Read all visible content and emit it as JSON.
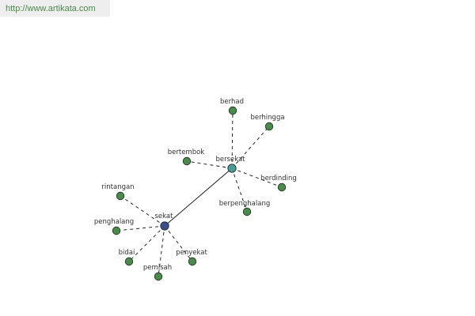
{
  "header": {
    "url": "http://www.artikata.com"
  },
  "colors": {
    "main_node": "#3a4f8c",
    "hub_node": "#4a9a9a",
    "leaf_node": "#4a8a4a",
    "edge": "#111111"
  },
  "graph": {
    "nodes": [
      {
        "id": "sekat",
        "label": "sekat",
        "kind": "main"
      },
      {
        "id": "bersekat",
        "label": "bersekat",
        "kind": "hub"
      },
      {
        "id": "berhad",
        "label": "berhad",
        "kind": "leaf"
      },
      {
        "id": "berhingga",
        "label": "berhingga",
        "kind": "leaf"
      },
      {
        "id": "bertembok",
        "label": "bertembok",
        "kind": "leaf"
      },
      {
        "id": "berdinding",
        "label": "berdinding",
        "kind": "leaf"
      },
      {
        "id": "berpenghalang",
        "label": "berpenghalang",
        "kind": "leaf"
      },
      {
        "id": "rintangan",
        "label": "rintangan",
        "kind": "leaf"
      },
      {
        "id": "penghalang",
        "label": "penghalang",
        "kind": "leaf"
      },
      {
        "id": "bidai",
        "label": "bidai",
        "kind": "leaf"
      },
      {
        "id": "pemisah",
        "label": "pemisah",
        "kind": "leaf"
      },
      {
        "id": "penyekat",
        "label": "penyekat",
        "kind": "leaf"
      }
    ],
    "edges": [
      {
        "from": "sekat",
        "to": "bersekat",
        "style": "solid"
      },
      {
        "from": "bersekat",
        "to": "berhad",
        "style": "dashed"
      },
      {
        "from": "bersekat",
        "to": "berhingga",
        "style": "dashed"
      },
      {
        "from": "bersekat",
        "to": "bertembok",
        "style": "dashed"
      },
      {
        "from": "bersekat",
        "to": "berdinding",
        "style": "dashed"
      },
      {
        "from": "bersekat",
        "to": "berpenghalang",
        "style": "dashed"
      },
      {
        "from": "sekat",
        "to": "rintangan",
        "style": "dashed"
      },
      {
        "from": "sekat",
        "to": "penghalang",
        "style": "dashed"
      },
      {
        "from": "sekat",
        "to": "bidai",
        "style": "dashed"
      },
      {
        "from": "sekat",
        "to": "pemisah",
        "style": "dashed"
      },
      {
        "from": "sekat",
        "to": "penyekat",
        "style": "dashed"
      }
    ]
  }
}
